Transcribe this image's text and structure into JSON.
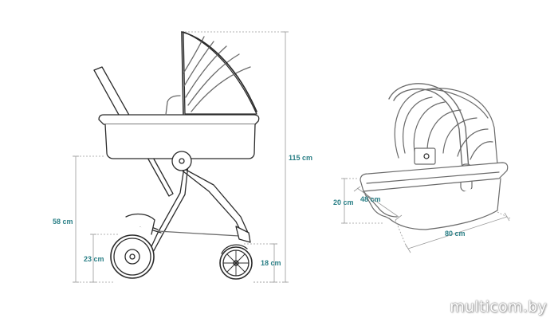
{
  "diagram": {
    "stroke_color": "#2b2b2b",
    "light_stroke_color": "#9a9a9a",
    "fill_color": "#ffffff",
    "dimension_color": "#2a7f86"
  },
  "stroller_dimensions": {
    "total_height": "115 cm",
    "seat_height": "58 cm",
    "rear_wheel": "23 cm",
    "front_wheel": "18 cm"
  },
  "carrycot_dimensions": {
    "height": "20 cm",
    "width": "48 cm",
    "length": "80 cm"
  },
  "watermark": "multicom.by"
}
